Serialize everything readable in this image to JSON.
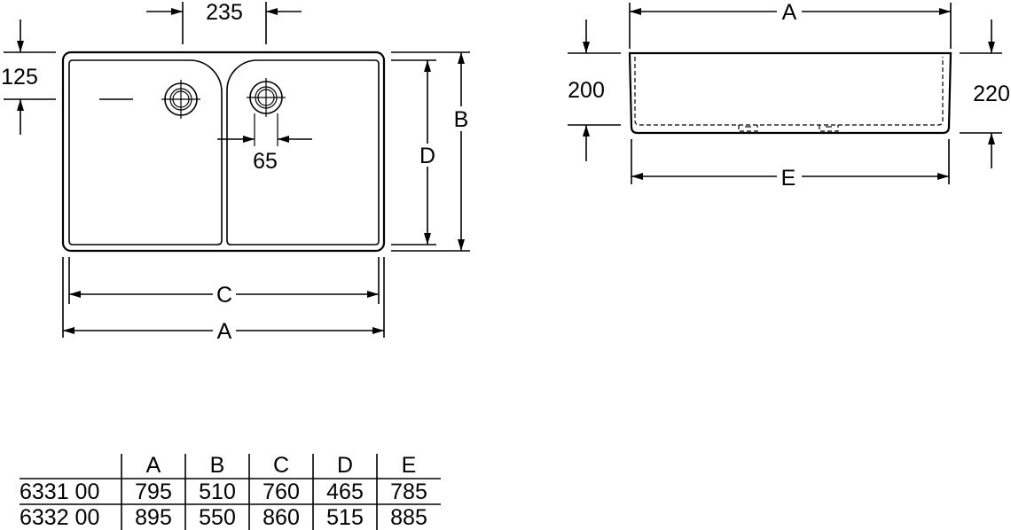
{
  "top_view": {
    "dims": {
      "tap_spacing": "235",
      "front_offset": "125",
      "drain_offset": "65",
      "depth_inner": "D",
      "depth_outer": "B",
      "width_inner": "C",
      "width_outer": "A"
    }
  },
  "side_view": {
    "dims": {
      "width_top": "A",
      "height_left": "200",
      "height_right": "220",
      "width_bottom": "E"
    }
  },
  "table": {
    "headers": [
      "",
      "A",
      "B",
      "C",
      "D",
      "E"
    ],
    "rows": [
      [
        "6331 00",
        "795",
        "510",
        "760",
        "465",
        "785"
      ],
      [
        "6332 00",
        "895",
        "550",
        "860",
        "515",
        "885"
      ]
    ]
  }
}
